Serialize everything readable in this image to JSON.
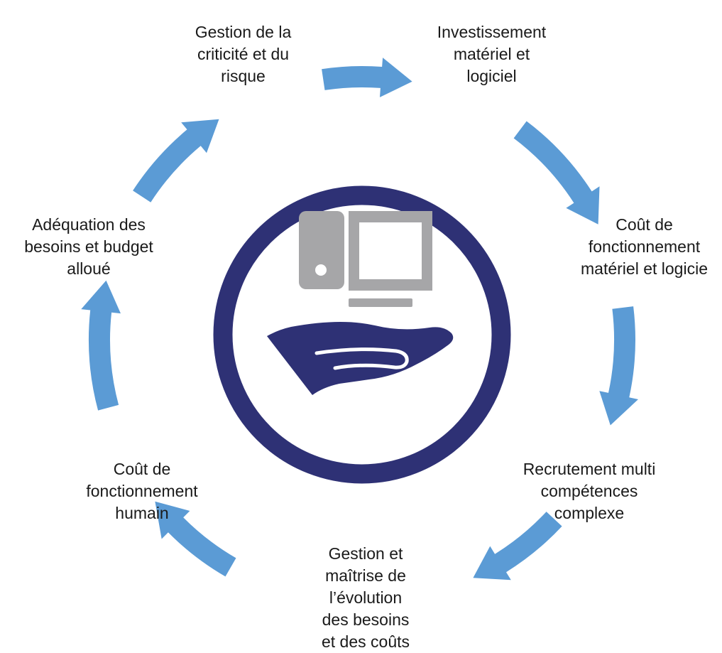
{
  "colors": {
    "arrow": "#5b9bd5",
    "ring": "#2e3175",
    "computer": "#a6a6a8",
    "hand": "#2e3175"
  },
  "icons": {
    "center": "hand-holding-computer-icon",
    "cycle": "curved-arrow-icon"
  },
  "steps": [
    {
      "id": "gestion-criticite",
      "lines": [
        "Gestion de la",
        "criticité et du",
        "risque"
      ]
    },
    {
      "id": "investissement",
      "lines": [
        "Investissement",
        "matériel et",
        "logiciel"
      ]
    },
    {
      "id": "cout-fonctionnement-materiel",
      "lines": [
        "Coût de",
        "fonctionnement",
        "matériel et logicie"
      ]
    },
    {
      "id": "recrutement",
      "lines": [
        "Recrutement multi",
        "compétences",
        "complexe"
      ]
    },
    {
      "id": "gestion-evolution",
      "lines": [
        "Gestion et",
        "maîtrise de",
        "l’évolution",
        "des besoins",
        "et des coûts"
      ]
    },
    {
      "id": "cout-fonctionnement-humain",
      "lines": [
        "Coût de",
        "fonctionnement",
        "humain"
      ]
    },
    {
      "id": "adequation",
      "lines": [
        "Adéquation des",
        "besoins et budget",
        "alloué"
      ]
    }
  ]
}
